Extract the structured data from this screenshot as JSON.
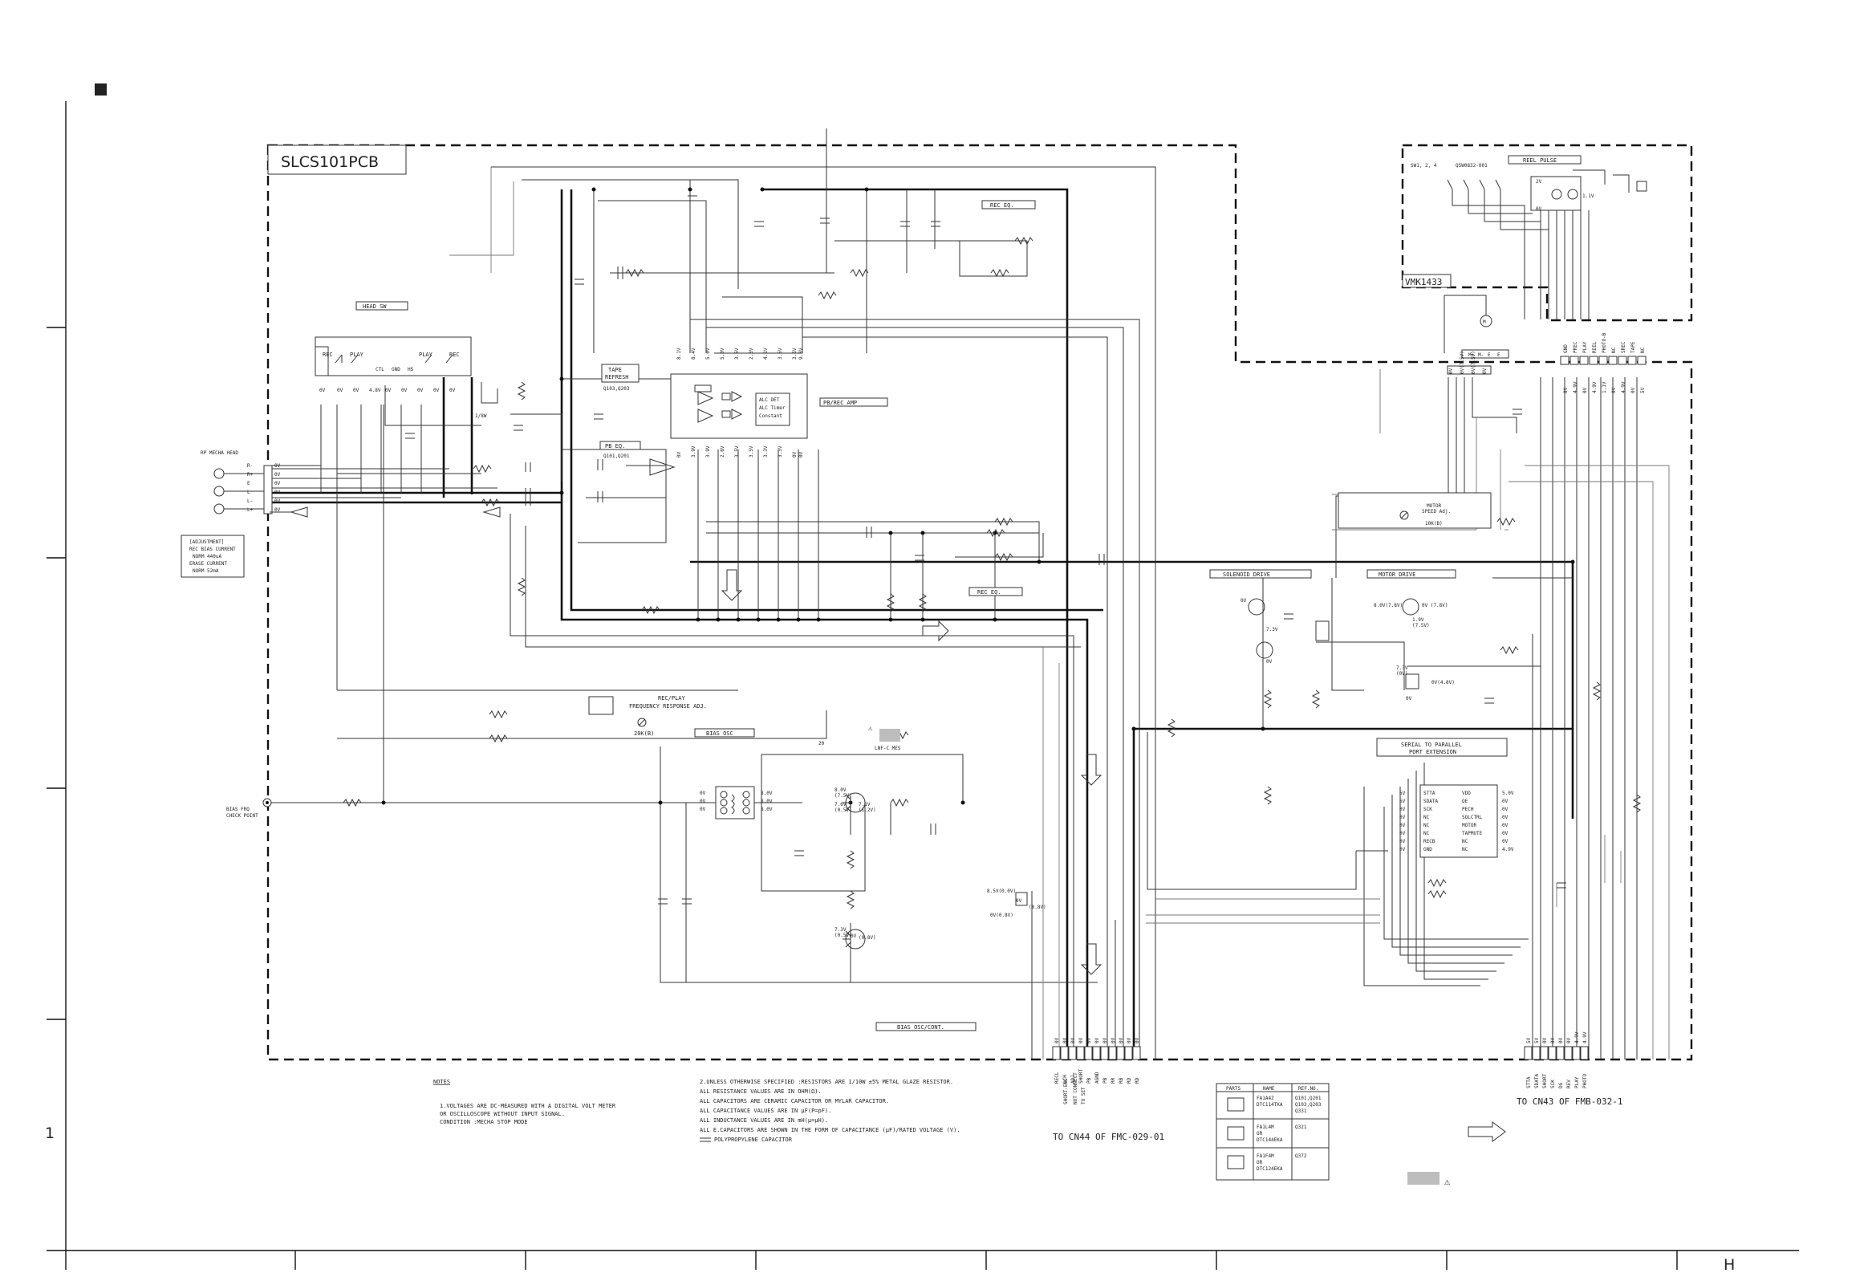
{
  "sheet": {
    "pcb_main": "SLCS101PCB",
    "pcb_sub": "VMK1433",
    "row_label": "1",
    "col_label": "H"
  },
  "blocks": {
    "head_sw": "HEAD SW",
    "tape_refresh_1": "TAPE",
    "tape_refresh_2": "REFRESH",
    "tape_refresh_ref": "Q103,Q203",
    "pb_eq": "PB EQ.",
    "pb_eq_ref": "Q101,Q201",
    "pb_rec_amp": "PB/REC AMP",
    "rec_eq_top": "REC EQ.",
    "rec_eq_bottom": "REC EQ.",
    "bias_osc": "BIAS OSC",
    "bias_osc_cont": "BIAS OSC/CONT.",
    "solenoid_drive": "SOLENOID DRIVE",
    "motor_drive": "MOTOR DRIVE",
    "serial_parallel_1": "SERIAL TO PARALLEL",
    "serial_parallel_2": "PORT EXTENSION",
    "reel_pulse": "REEL PULSE",
    "freq_adj_1": "REC/PLAY",
    "freq_adj_2": "FREQUENCY RESPONSE ADJ.",
    "freq_adj_val": "20K(B)",
    "motor_speed_1": "MOTOR",
    "motor_speed_2": "SPEED Adj.",
    "motor_speed_val": "10K(B)",
    "head_label": "RP MECHA HEAD",
    "bias_check_1": "BIAS FRQ",
    "bias_check_2": "CHECK POINT",
    "sw_label": "SW1, 2, 4",
    "sw_ref": "QSW0832-001",
    "ind_ref": "LNF-C MES",
    "ind_val": "20"
  },
  "adjust_box": [
    "[ADJUSTMENT]",
    "REC BIAS CURRENT",
    "NORM   440uA",
    "ERASE CURRENT",
    "NORM   52mA"
  ],
  "notes": {
    "title": "NOTES",
    "n1": [
      "1.VOLTAGES ARE DC-MEASURED WITH A DIGITAL VOLT METER",
      "  OR OSCILLOSCOPE WITHOUT INPUT SIGNAL.",
      "  CONDITION :MECHA STOP MODE"
    ],
    "n2": [
      "2.UNLESS OTHERWISE SPECIFIED :RESISTORS ARE 1/10W ±5% METAL GLAZE RESISTOR.",
      "  ALL RESISTANCE VALUES ARE IN OHM(Ω).",
      "  ALL CAPACITORS ARE CERAMIC CAPACITOR OR MYLAR CAPACITOR.",
      "  ALL CAPACITANCE VALUES ARE IN μF(P=pF).",
      "  ALL INDUCTANCE VALUES ARE IN mH(μ=μH).",
      "  ALL E.CAPACITORS ARE SHOWN IN THE FORM OF CAPACITANCE (μF)/RATED VOLTAGE (V).",
      "  POLYPROPYLENE CAPACITOR"
    ]
  },
  "parts_table": {
    "headers": [
      "PARTS",
      "NAME",
      "REF.NO."
    ],
    "rows": [
      {
        "name": "FA1A4Z\nDTC114TKA",
        "ref": "Q101,Q201\nQ103,Q203\nQ331"
      },
      {
        "name": "FA1L4M\nOR\nDTC144EKA",
        "ref": "Q321"
      },
      {
        "name": "FA1F4M\nOR\nDTC124EKA",
        "ref": "Q372"
      }
    ]
  },
  "connectors": {
    "cn44_to": "TO CN44 OF FMC-029-01",
    "cn43_to": "TO CN43 OF FMB-032-1",
    "cn44_pins": [
      "RECL",
      "LCH",
      "ADJ",
      "SHORT",
      "PB",
      "AGND",
      "PB",
      "RR",
      "RB",
      "RD",
      "RD"
    ],
    "cn44_volts": [
      "0V",
      "0V",
      "0V",
      "0V",
      "0V",
      "0V",
      "0V",
      "0V",
      "0V",
      "0V",
      "0V"
    ],
    "cn44_note": [
      "SHORT-ENC",
      "NOT CONNECT",
      "TO SET"
    ],
    "cn43_pins": [
      "STTA",
      "SDATA",
      "SHORT",
      "SCK",
      "DG",
      "REV",
      "PLAY",
      "PHOTO"
    ],
    "cn43_volts": [
      "5V",
      "5V",
      "0V",
      "0V",
      "0V",
      "0V",
      "4.9V",
      "4.9V"
    ],
    "motor_pins": [
      "M+",
      "M-",
      "E",
      "E"
    ],
    "motor_volts": [
      "0V",
      "0V(7.5V)",
      "0V(7.5V)",
      "0V"
    ],
    "right_pins": [
      "GND",
      "PREC",
      "PLAY",
      "REEL",
      "PHOTO-B",
      "NC",
      "SREC",
      "TAPE",
      "NC"
    ],
    "right_volts": [
      "0V",
      "4.9V",
      "0V",
      "4.9V",
      "1.1V",
      "0V",
      "4.9V",
      "0V",
      "5V"
    ],
    "head_pins": [
      "R-",
      "R+",
      "E",
      "L",
      "L-",
      "L+"
    ],
    "head_volts": [
      "0V",
      "0V",
      "0V",
      "0V",
      "0V",
      "0V"
    ]
  },
  "ic_expander": {
    "left": [
      "STTA",
      "SDATA",
      "SCK",
      "NC",
      "NC",
      "NC",
      "RECB",
      "GND"
    ],
    "right": [
      "VDD",
      "OE",
      "PECH",
      "SOLCTRL",
      "MOTOR",
      "TAPMUTE",
      "NC",
      "NC"
    ],
    "lvolts": [
      "5V",
      "5V",
      "0V",
      "0V",
      "0V",
      "0V",
      "0V",
      "0V"
    ],
    "rvolts": [
      "5.0V",
      "0V",
      "0V",
      "0V",
      "0V",
      "0V",
      "0V",
      "4.9V"
    ]
  },
  "ic_amp_pins_top": [
    "8.1V",
    "8.4V",
    "5.0V",
    "5.0V",
    "3.5V",
    "2.3V",
    "4.1V",
    "3.5V",
    "3.5V",
    "9.3V"
  ],
  "ic_amp_pins_bot": [
    "0V",
    "3.9V",
    "3.9V",
    "2.6V",
    "3.5V",
    "3.5V",
    "3.3V",
    "3.3V",
    "0V",
    "0V"
  ],
  "ic_amp_inner": [
    "ALC DET",
    "ALC Timer",
    "Constant"
  ],
  "misc_labels": {
    "head_sw_pins": [
      "REC",
      "PLAY",
      "CTL",
      "GND",
      "HS",
      "PLAY",
      "REC"
    ],
    "head_sw_volts": [
      "0V",
      "0V",
      "0V",
      "4.8V",
      "0V",
      "0V",
      "0V",
      "0V",
      "0V"
    ],
    "bias_pins": [
      "0V",
      "0V",
      "0V"
    ],
    "bias_pins_r": [
      "8.0V",
      "8.0V",
      "8.0V"
    ],
    "tr_bias": [
      "8.0V",
      "(7.5V)",
      "7.6V",
      "(0.5V)",
      "7.1V",
      "(1.2V)"
    ],
    "tr_ctrl": [
      "7.3V",
      "(0.5V)",
      "0V",
      "(0.8V)"
    ],
    "tr_switch": [
      "8.5V(0.0V)",
      "0V(0.8V)",
      "0V",
      "(8.8V)"
    ],
    "solenoid_volts": [
      "0V",
      "7.3V",
      "0V"
    ],
    "motor_volts2": [
      "8.0V(7.8V)",
      "0V (7.8V)",
      "1.9V",
      "(7.5V)",
      "7.3V",
      "(0V)",
      "0V(4.8V)",
      "0V"
    ],
    "res_1_8w": "1/8W",
    "reel_volts": [
      "2V",
      "0V",
      "1.1V"
    ]
  }
}
